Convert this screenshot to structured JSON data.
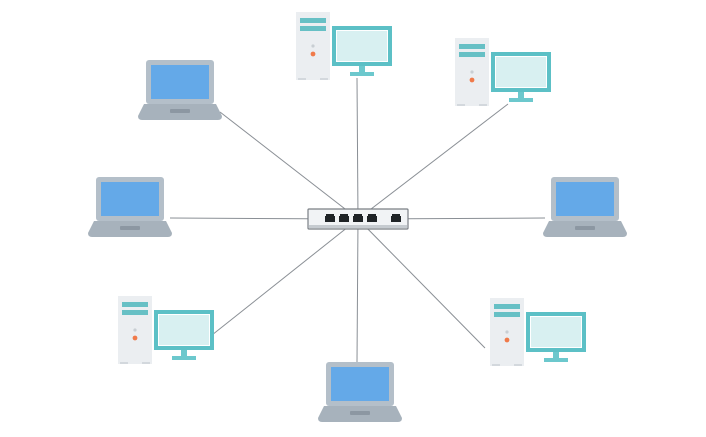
{
  "diagram": {
    "topology": "star",
    "hub": {
      "kind": "network-switch",
      "ports": 5
    },
    "nodes": [
      {
        "id": "desktop-top",
        "kind": "desktop"
      },
      {
        "id": "desktop-top-right",
        "kind": "desktop"
      },
      {
        "id": "laptop-right",
        "kind": "laptop"
      },
      {
        "id": "desktop-bottom-right",
        "kind": "desktop"
      },
      {
        "id": "laptop-bottom",
        "kind": "laptop"
      },
      {
        "id": "desktop-bottom-left",
        "kind": "desktop"
      },
      {
        "id": "laptop-left",
        "kind": "laptop"
      },
      {
        "id": "laptop-top-left",
        "kind": "laptop"
      }
    ]
  },
  "colors": {
    "screen": "#64a9e8",
    "screen_teal": "#8fd4d8",
    "laptop_body": "#b4bfc9",
    "laptop_base": "#a7b2bc",
    "tower": "#ebeef1",
    "tower_stripe": "#67c0c5",
    "tower_dot": "#f07a4a",
    "monitor_frame": "#5cc0c6",
    "monitor_stand": "#6cc8cd",
    "cable": "#8a8f95",
    "switch_body": "#f1f3f5",
    "switch_border": "#7a7f85",
    "port": "#1f2326"
  }
}
